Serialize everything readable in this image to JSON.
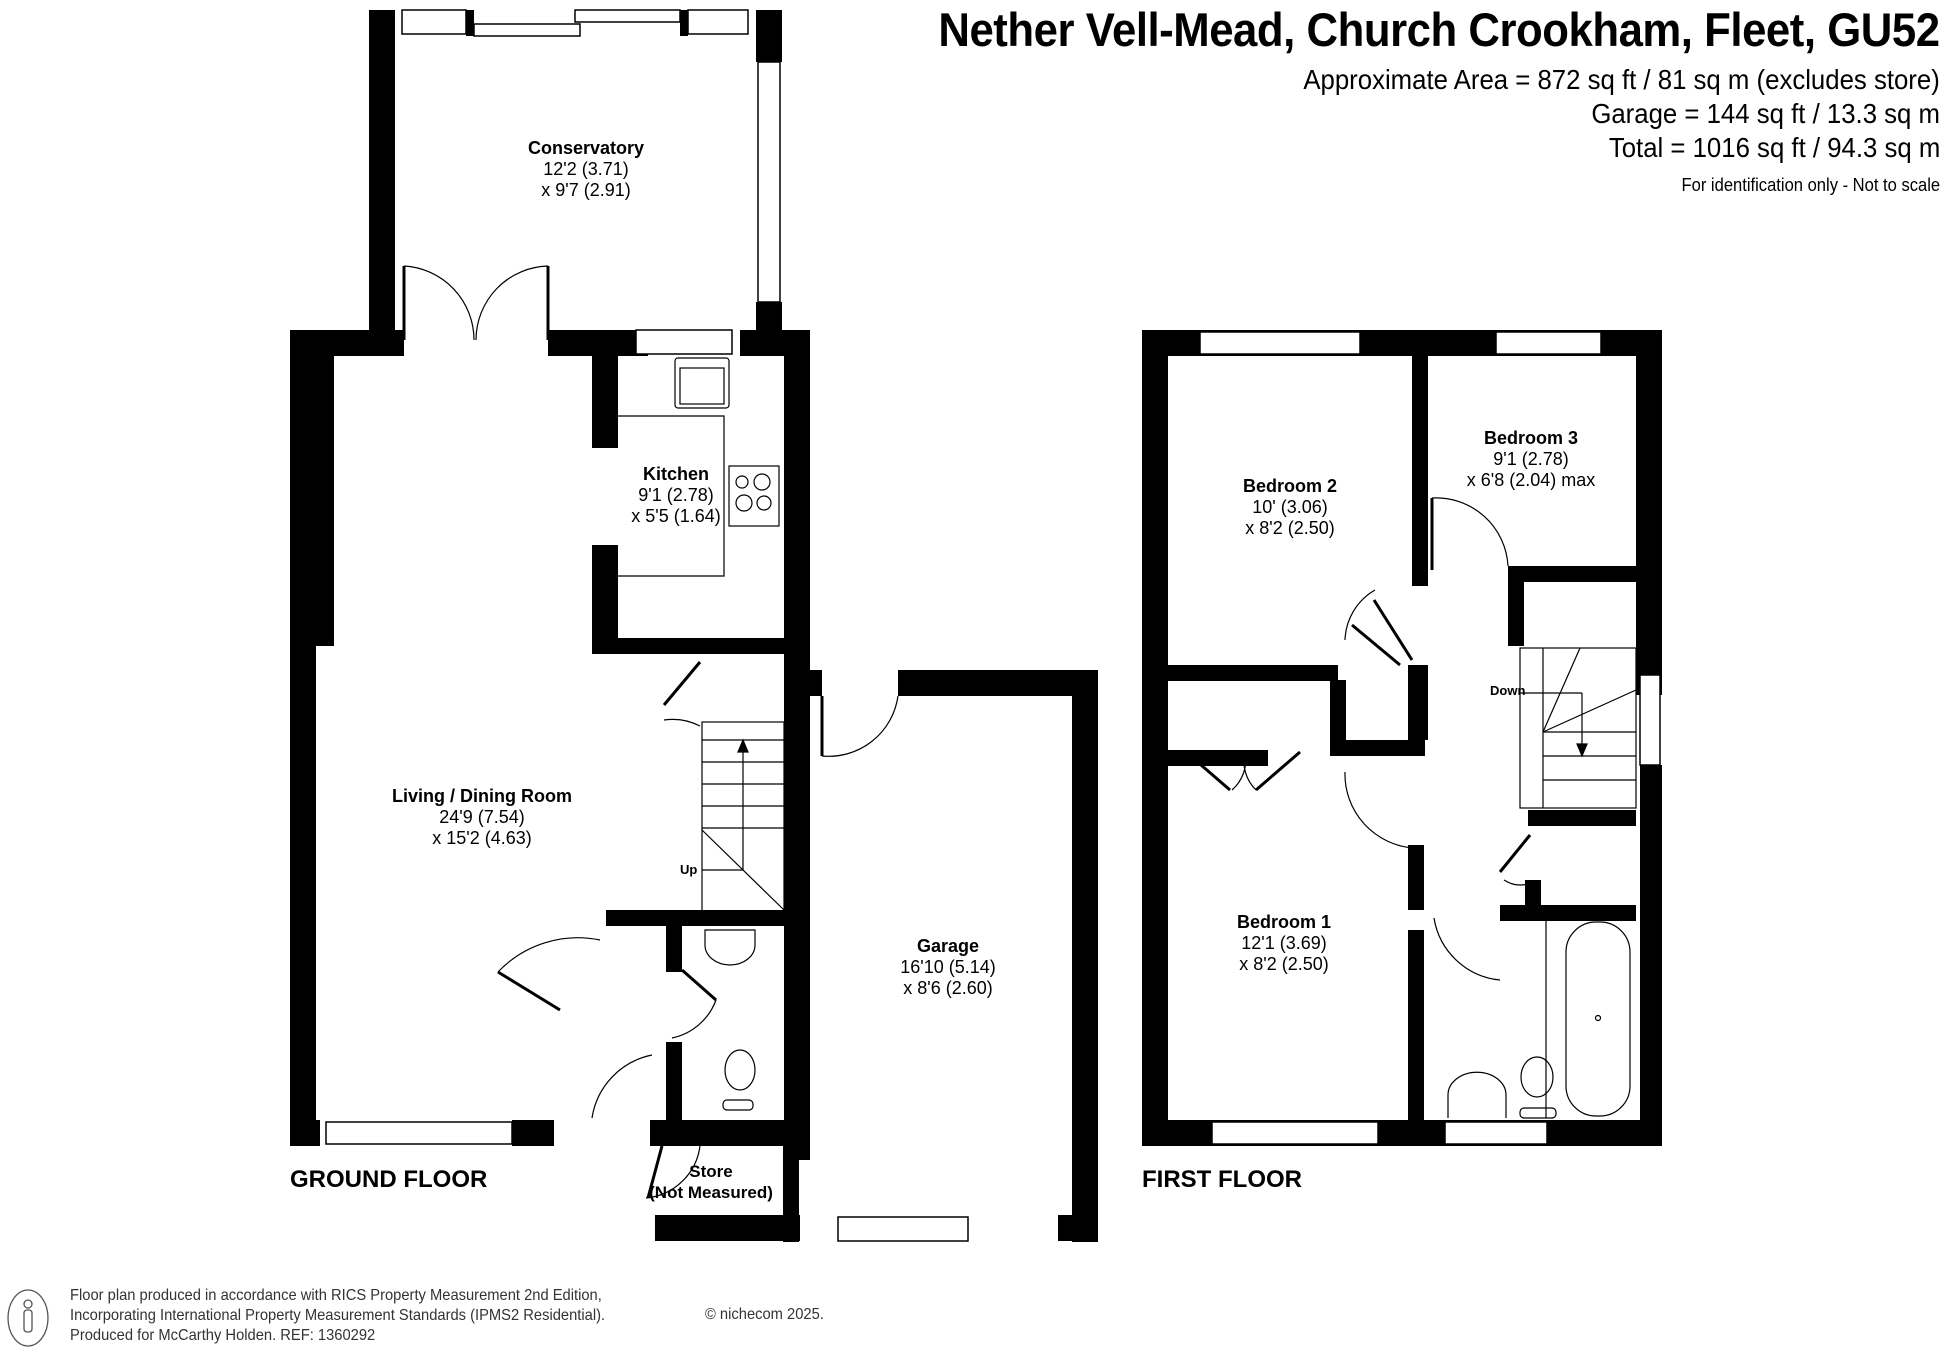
{
  "header": {
    "title": "Nether Vell-Mead, Church Crookham, Fleet, GU52",
    "area_lines": [
      "Approximate Area = 872 sq ft / 81 sq m (excludes store)",
      "Garage = 144 sq ft / 13.3 sq m",
      "Total = 1016 sq ft / 94.3 sq m"
    ],
    "disclaimer": "For identification only - Not to scale"
  },
  "floors": {
    "ground": {
      "label": "GROUND FLOOR",
      "rooms": [
        {
          "name": "Conservatory",
          "dim1": "12'2 (3.71)",
          "dim2": "x 9'7 (2.91)"
        },
        {
          "name": "Kitchen",
          "dim1": "9'1 (2.78)",
          "dim2": "x 5'5 (1.64)"
        },
        {
          "name": "Living / Dining Room",
          "dim1": "24'9 (7.54)",
          "dim2": "x 15'2 (4.63)"
        },
        {
          "name": "Garage",
          "dim1": "16'10 (5.14)",
          "dim2": "x 8'6 (2.60)"
        },
        {
          "name": "Store",
          "dim1": "(Not Measured)",
          "dim2": ""
        }
      ],
      "stairs_label": "Up"
    },
    "first": {
      "label": "FIRST FLOOR",
      "rooms": [
        {
          "name": "Bedroom 2",
          "dim1": "10' (3.06)",
          "dim2": "x 8'2 (2.50)"
        },
        {
          "name": "Bedroom 3",
          "dim1": "9'1 (2.78)",
          "dim2": "x 6'8 (2.04) max"
        },
        {
          "name": "Bedroom 1",
          "dim1": "12'1 (3.69)",
          "dim2": "x 8'2 (2.50)"
        }
      ],
      "stairs_label": "Down"
    }
  },
  "footer": {
    "lines": [
      "Floor plan produced in accordance with RICS Property Measurement 2nd Edition,",
      "Incorporating International Property Measurement Standards (IPMS2 Residential).",
      "Produced for McCarthy Holden.   REF:  1360292"
    ],
    "copyright": "© nichecom 2025.",
    "icon": "person-info-icon"
  },
  "colors": {
    "wall": "#000000",
    "background": "#ffffff",
    "footer_text": "#333333"
  }
}
